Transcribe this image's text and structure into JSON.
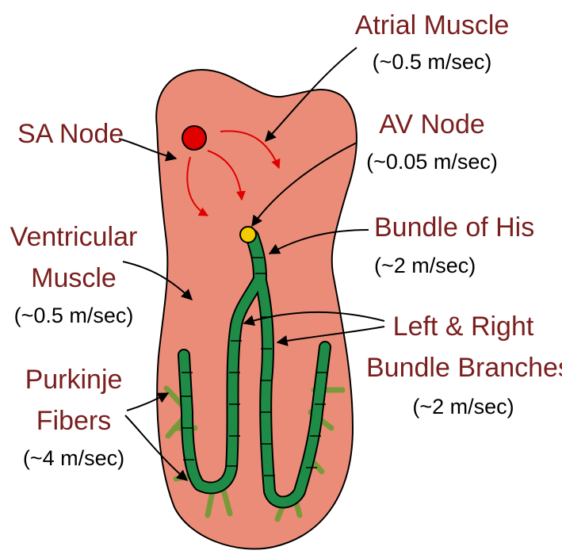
{
  "colors": {
    "heart_fill": "#EB8C78",
    "outline": "#000000",
    "label_text": "#7A1E1E",
    "speed_text": "#000000",
    "sa_node": "#E00000",
    "av_node": "#F2CC00",
    "fiber_fill": "#1E8C46",
    "twig": "#7A9A3A",
    "conduction_arrow": "#E00000"
  },
  "labels": {
    "atrial_muscle": {
      "name": "Atrial Muscle",
      "speed": "(~0.5 m/sec)"
    },
    "sa_node": {
      "name": "SA Node"
    },
    "av_node": {
      "name": "AV Node",
      "speed": "(~0.05 m/sec)"
    },
    "bundle_of_his": {
      "name": "Bundle of His",
      "speed": "(~2 m/sec)"
    },
    "ventricular_muscle": {
      "name_line1": "Ventricular",
      "name_line2": "Muscle",
      "speed": "(~0.5 m/sec)"
    },
    "bundle_branches": {
      "name_line1": "Left & Right",
      "name_line2": "Bundle Branches",
      "speed": "(~2 m/sec)"
    },
    "purkinje_fibers": {
      "name_line1": "Purkinje",
      "name_line2": "Fibers",
      "speed": "(~4 m/sec)"
    }
  }
}
